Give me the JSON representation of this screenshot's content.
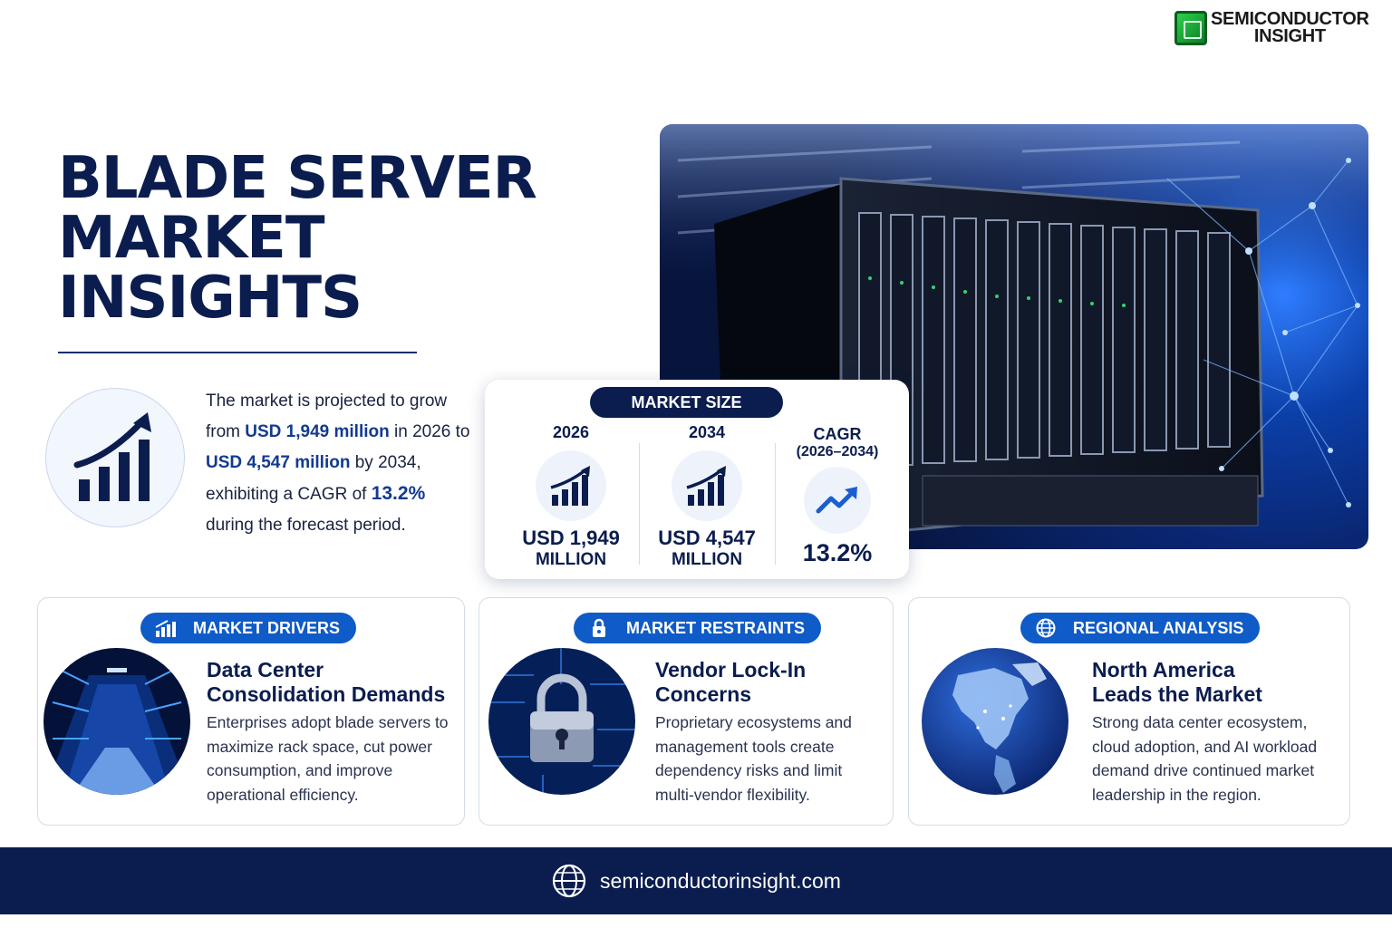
{
  "brand": {
    "line1": "SEMICONDUCTOR",
    "line2": "INSIGHT",
    "icon": "chip-icon",
    "color": "#1fb83f"
  },
  "title": {
    "line1": "BLADE SERVER",
    "line2": "MARKET",
    "line3": "INSIGHTS"
  },
  "intro": {
    "t1": "The market is projected to grow from",
    "v1": "USD 1,949 million",
    "t2": "in 2026 to",
    "v2": "USD 4,547 million",
    "t3": "by 2034, exhibiting a CAGR of",
    "v3": "13.2%",
    "t4": "during the forecast period."
  },
  "market_size": {
    "heading": "MARKET SIZE",
    "col1": {
      "year": "2026",
      "value": "USD 1,949",
      "unit": "MILLION"
    },
    "col2": {
      "year": "2034",
      "value": "USD 4,547",
      "unit": "MILLION"
    },
    "col3": {
      "label1": "CAGR",
      "label2": "(2026–2034)",
      "value": "13.2%"
    }
  },
  "drivers": {
    "pill": "MARKET DRIVERS",
    "title1": "Data Center",
    "title2": "Consolidation Demands",
    "body": "Enterprises adopt blade servers to maximize rack space, cut power consumption, and improve operational efficiency."
  },
  "restraints": {
    "pill": "MARKET RESTRAINTS",
    "title1": "Vendor Lock-In",
    "title2": "Concerns",
    "body": "Proprietary ecosystems and management tools create dependency risks and limit multi-vendor flexibility."
  },
  "regional": {
    "pill": "REGIONAL ANALYSIS",
    "title1": "North America",
    "title2": "Leads the Market",
    "body": "Strong data center ecosystem, cloud adoption, and AI workload demand drive continued market leadership in the region."
  },
  "footer": {
    "url": "semiconductorinsight.com"
  },
  "colors": {
    "navy": "#0b1d4f",
    "accent": "#0f5bc7"
  }
}
